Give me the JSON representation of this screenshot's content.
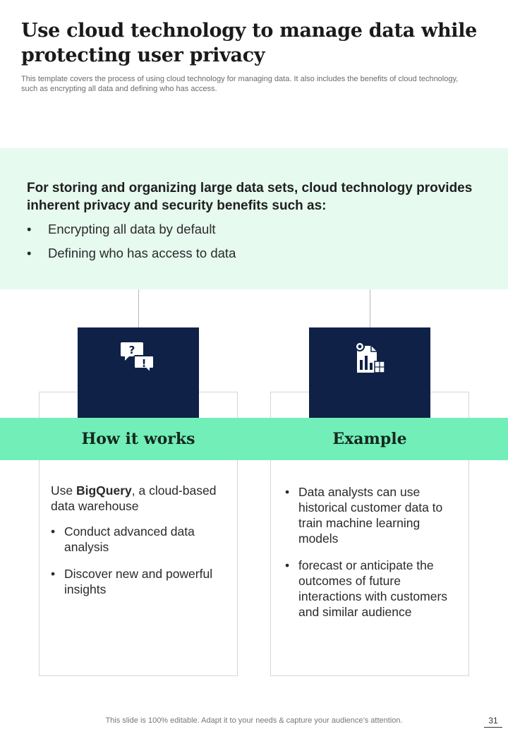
{
  "header": {
    "title": "Use cloud technology to manage data while protecting user privacy",
    "subtitle": "This template covers the process of using cloud technology for managing data. It also includes the benefits of cloud technology, such as encrypting all data and defining who has access."
  },
  "intro": {
    "heading": "For storing and organizing large data sets, cloud technology provides inherent privacy and security benefits such as:",
    "bullets": [
      "Encrypting all data by default",
      "Defining who has access to data"
    ]
  },
  "cards": [
    {
      "label": "How it works",
      "icon": "question-exclamation-chat-icon",
      "lead_prefix": "Use ",
      "lead_bold": "BigQuery",
      "lead_suffix": ", a cloud-based data warehouse",
      "bullets": [
        "Conduct advanced data analysis",
        "Discover new and powerful insights"
      ]
    },
    {
      "label": "Example",
      "icon": "analytics-report-icon",
      "bullets": [
        "Data analysts can use historical customer data to train machine learning models",
        "forecast or anticipate the outcomes of future interactions with customers and similar audience"
      ]
    }
  ],
  "colors": {
    "navy": "#0f2147",
    "mint_light": "#e6faf0",
    "mint": "#72efb9"
  },
  "footer": {
    "note": "This slide is 100% editable. Adapt it to your needs & capture your audience’s attention.",
    "page_number": "31"
  }
}
